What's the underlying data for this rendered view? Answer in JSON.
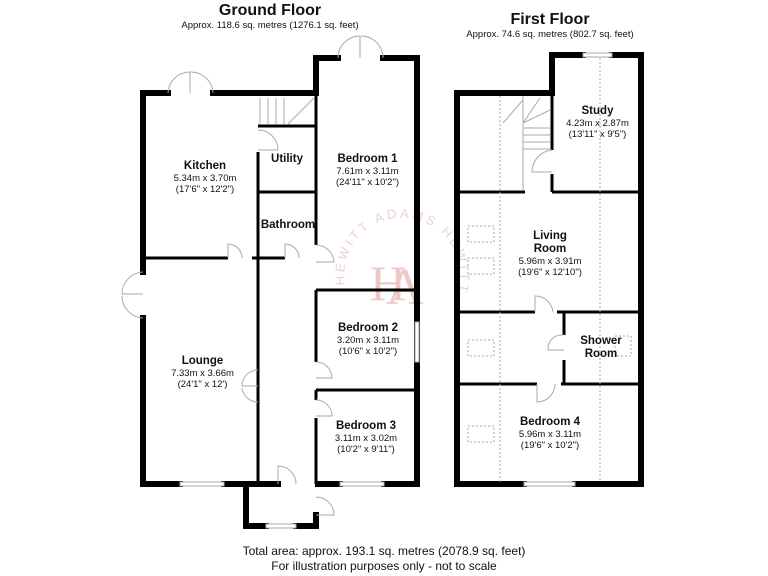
{
  "ground_floor": {
    "title": "Ground Floor",
    "area": "Approx. 118.6 sq. metres (1276.1 sq. feet)",
    "rooms": [
      {
        "name": "Kitchen",
        "metric": "5.34m x 3.70m",
        "imperial": "(17'6\" x 12'2\")"
      },
      {
        "name": "Utility",
        "metric": "",
        "imperial": ""
      },
      {
        "name": "Bathroom",
        "metric": "",
        "imperial": ""
      },
      {
        "name": "Bedroom 1",
        "metric": "7.61m x 3.11m",
        "imperial": "(24'11\" x 10'2\")"
      },
      {
        "name": "Lounge",
        "metric": "7.33m x 3.66m",
        "imperial": "(24'1\" x 12')"
      },
      {
        "name": "Bedroom 2",
        "metric": "3.20m x 3.11m",
        "imperial": "(10'6\" x 10'2\")"
      },
      {
        "name": "Bedroom 3",
        "metric": "3.11m x 3.02m",
        "imperial": "(10'2\" x 9'11\")"
      }
    ]
  },
  "first_floor": {
    "title": "First Floor",
    "area": "Approx. 74.6 sq. metres (802.7 sq. feet)",
    "rooms": [
      {
        "name": "Study",
        "metric": "4.23m x 2.87m",
        "imperial": "(13'11\" x 9'5\")"
      },
      {
        "name": "Living Room",
        "name_line1": "Living",
        "name_line2": "Room",
        "metric": "5.96m x 3.91m",
        "imperial": "(19'6\" x 12'10\")"
      },
      {
        "name": "Shower Room",
        "name_line1": "Shower",
        "name_line2": "Room",
        "metric": "",
        "imperial": ""
      },
      {
        "name": "Bedroom 4",
        "metric": "5.96m x 3.11m",
        "imperial": "(19'6\" x 10'2\")"
      }
    ]
  },
  "watermark": {
    "monogram": "HA",
    "ring_text": "HEWITT ADAMS",
    "color": "#e8c4c0"
  },
  "footer": {
    "total_area": "Total area: approx. 193.1 sq. metres (2078.9 sq. feet)",
    "disclaimer": "For illustration purposes only - not to scale"
  },
  "colors": {
    "wall": "#000000",
    "fixture": "#aaaaaa",
    "background": "#ffffff"
  }
}
